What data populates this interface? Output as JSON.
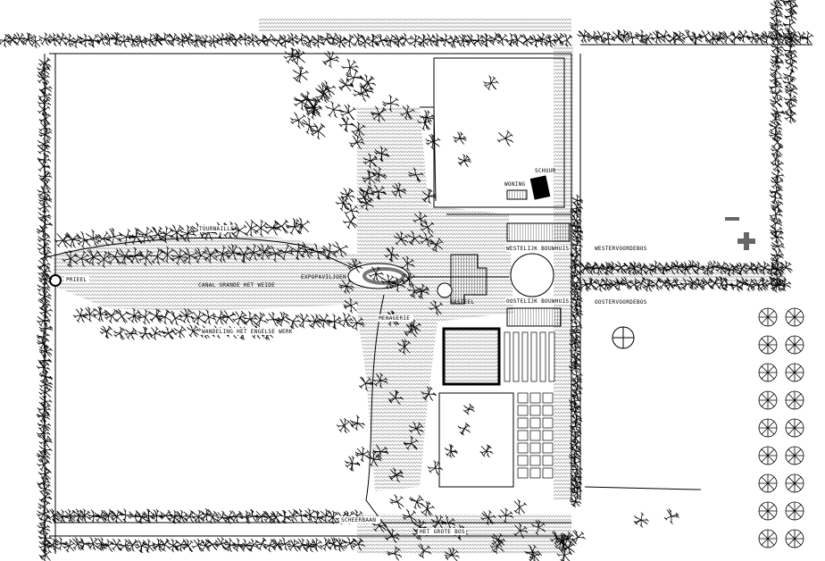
{
  "drawing": {
    "labels": {
      "prieel": "PRIEEL",
      "tournaille": "TOURNAILLE",
      "canal": "CANAL GRANDE  HET WEIDE",
      "engelse_werk": "WANDELING HET ENGELSE WERK",
      "menagerie": "MENAGERIE",
      "expopaviljoen": "EXPOPAVILJOEN",
      "kasteel": "KASTEEL",
      "woning": "WONING",
      "schuur": "SCHUUR",
      "west_bouwhuis": "WESTELIJK BOUWHUIS",
      "oost_bouwhuis": "OOSTELIJK BOUWHUIS",
      "westervoordebos": "WESTERVOORDEBOS",
      "oostervoordebos": "OOSTERVOORDEBOS",
      "scheerbaan": "SCHEERBAAN",
      "grote_bos": "HET GROTE BOS"
    },
    "colors": {
      "line": "#000000",
      "water": "#b0b0b0",
      "background": "#ffffff",
      "fill_gray": "#777777"
    }
  }
}
